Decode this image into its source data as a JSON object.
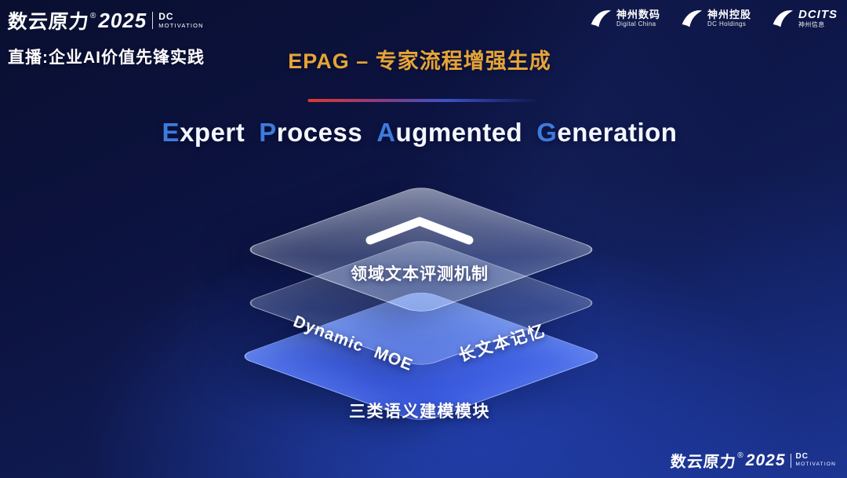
{
  "header": {
    "brand": {
      "name": "数云原力",
      "reg": "®",
      "year": "2025",
      "dc": "DC",
      "motivation": "MOTIVATION"
    },
    "live_label": "直播:企业AI价值先锋实践",
    "partner_logos": [
      {
        "name": "神州数码",
        "sub": "Digital China"
      },
      {
        "name": "神州控股",
        "sub": "DC Holdings"
      },
      {
        "name": "DCITS",
        "sub": "神州信息"
      }
    ]
  },
  "title": {
    "heading": "EPAG – 专家流程增强生成",
    "subtitle_words": [
      {
        "initial": "E",
        "rest": "xpert"
      },
      {
        "initial": "P",
        "rest": "rocess"
      },
      {
        "initial": "A",
        "rest": "ugmented"
      },
      {
        "initial": "G",
        "rest": "eneration"
      }
    ]
  },
  "diagram": {
    "layers": [
      {
        "label": "领域文本评测机制"
      },
      {
        "left_label": "Dynamic MOE",
        "right_label": "长文本记忆"
      },
      {
        "label": "三类语义建模模块"
      }
    ]
  },
  "footer": {
    "brand": {
      "name": "数云原力",
      "reg": "®",
      "year": "2025",
      "dc": "DC",
      "motivation": "MOTIVATION"
    }
  },
  "colors": {
    "title_gold": "#e6a437",
    "initial_blue": "#3d7bdd",
    "bottom_layer_blue": "#4a6cf0",
    "underline_red": "#e0392f"
  }
}
